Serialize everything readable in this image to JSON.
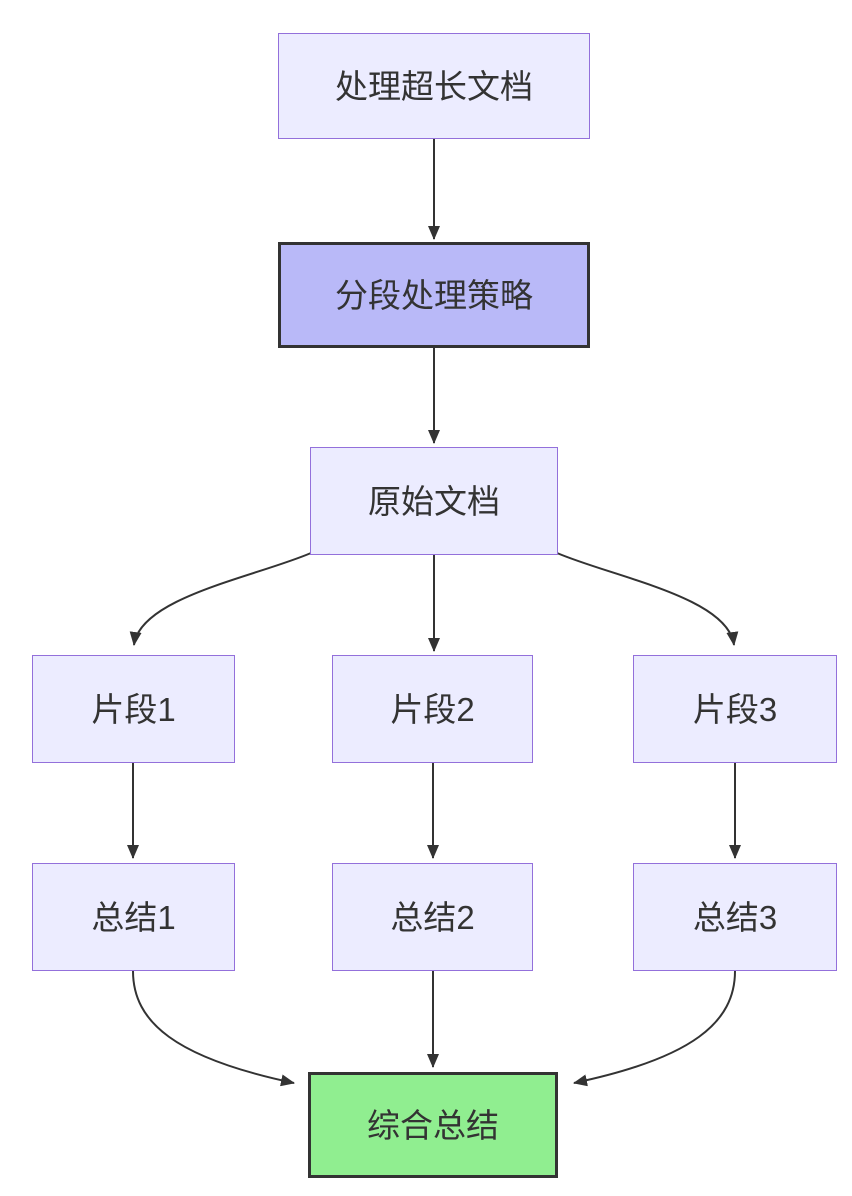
{
  "diagram": {
    "type": "flowchart",
    "direction": "top-down",
    "nodes": {
      "a": {
        "label": "处理超长文档",
        "style": "default"
      },
      "b": {
        "label": "分段处理策略",
        "style": "emphasis"
      },
      "c": {
        "label": "原始文档",
        "style": "default"
      },
      "d1": {
        "label": "片段1",
        "style": "default"
      },
      "d2": {
        "label": "片段2",
        "style": "default"
      },
      "d3": {
        "label": "片段3",
        "style": "default"
      },
      "e1": {
        "label": "总结1",
        "style": "default"
      },
      "e2": {
        "label": "总结2",
        "style": "default"
      },
      "e3": {
        "label": "总结3",
        "style": "default"
      },
      "f": {
        "label": "综合总结",
        "style": "success"
      }
    },
    "edges": [
      {
        "from": "处理超长文档",
        "to": "分段处理策略"
      },
      {
        "from": "分段处理策略",
        "to": "原始文档"
      },
      {
        "from": "原始文档",
        "to": "片段1"
      },
      {
        "from": "原始文档",
        "to": "片段2"
      },
      {
        "from": "原始文档",
        "to": "片段3"
      },
      {
        "from": "片段1",
        "to": "总结1"
      },
      {
        "from": "片段2",
        "to": "总结2"
      },
      {
        "from": "片段3",
        "to": "总结3"
      },
      {
        "from": "总结1",
        "to": "综合总结"
      },
      {
        "from": "总结2",
        "to": "综合总结"
      },
      {
        "from": "总结3",
        "to": "综合总结"
      }
    ],
    "colors": {
      "background": "#ffffff",
      "node_fill": "#ECECFF",
      "node_border": "#9370DB",
      "emphasis_fill": "#B9B9F8",
      "emphasis_border": "#333333",
      "success_fill": "#90EE90",
      "success_border": "#333333",
      "edge_line": "#333333",
      "text": "#333333"
    }
  }
}
